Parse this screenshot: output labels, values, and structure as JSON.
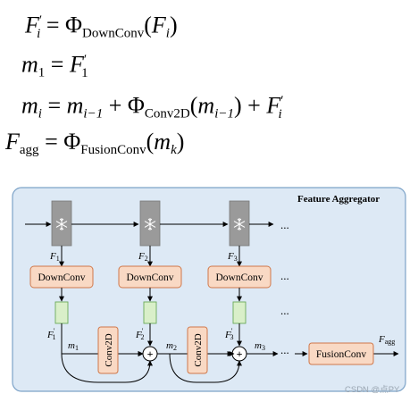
{
  "equations": {
    "eq1": {
      "lhs": "F",
      "lhs_prime": "′",
      "lhs_sub": "i",
      "eq": "=",
      "phi": "Φ",
      "phi_sub": "DownConv",
      "arg": "F",
      "arg_sub": "i"
    },
    "eq2": {
      "lhs": "m",
      "lhs_sub": "1",
      "eq": "=",
      "rhs": "F",
      "rhs_prime": "′",
      "rhs_sub": "1"
    },
    "eq3": {
      "lhs": "m",
      "lhs_sub": "i",
      "eq": "=",
      "t1": "m",
      "t1_sub": "i−1",
      "plus": "+",
      "phi": "Φ",
      "phi_sub": "Conv2D",
      "arg": "m",
      "arg_sub": "i−1",
      "plus2": "+",
      "t3": "F",
      "t3_prime": "′",
      "t3_sub": "i"
    },
    "eq4": {
      "lhs": "F",
      "lhs_sub": "agg",
      "eq": "=",
      "phi": "Φ",
      "phi_sub": "FusionConv",
      "arg": "m",
      "arg_sub": "k"
    }
  },
  "diagram": {
    "title": "Feature Aggregator",
    "f_labels": [
      "F",
      "F",
      "F"
    ],
    "f_subs": [
      "1",
      "2",
      "3"
    ],
    "downconv_label": "DownConv",
    "conv2d_label": "Conv2D",
    "fusionconv_label": "FusionConv",
    "fprime_labels": [
      "F",
      "F",
      "F"
    ],
    "fprime_subs": [
      "1",
      "2",
      "3"
    ],
    "m_labels": [
      "m",
      "m",
      "m"
    ],
    "m_subs": [
      "1",
      "2",
      "3"
    ],
    "fagg_label": "F",
    "fagg_sub": "agg",
    "ellipsis": "...",
    "plus_symbol": "+",
    "snowflake_icon": "snowflake-icon",
    "watermark": "CSDN @点PY",
    "colors": {
      "panel_fill": "#dde9f5",
      "panel_stroke": "#7da3c8",
      "block_fill": "#f9d9c4",
      "block_stroke": "#d0784a",
      "green_fill": "#d9efc9",
      "green_stroke": "#6aa95a",
      "frozen_fill": "#9a9a9a"
    }
  }
}
